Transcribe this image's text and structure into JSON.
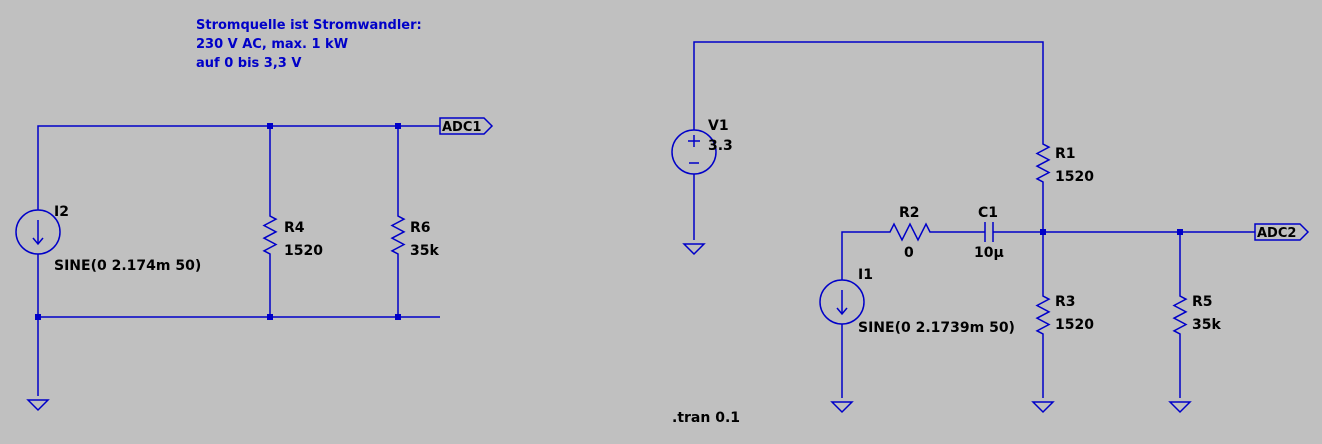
{
  "note": {
    "lines": [
      "Stromquelle ist Stromwandler:",
      "230 V AC, max. 1 kW",
      "auf 0 bis 3,3 V"
    ]
  },
  "nets": {
    "adc1": "ADC1",
    "adc2": "ADC2"
  },
  "components": {
    "i2": {
      "name": "I2",
      "value": "SINE(0 2.174m 50)"
    },
    "r4": {
      "name": "R4",
      "value": "1520"
    },
    "r6": {
      "name": "R6",
      "value": "35k"
    },
    "v1": {
      "name": "V1",
      "value": "3.3"
    },
    "r1": {
      "name": "R1",
      "value": "1520"
    },
    "r2": {
      "name": "R2",
      "value": "0"
    },
    "c1": {
      "name": "C1",
      "value": "10µ"
    },
    "r3": {
      "name": "R3",
      "value": "1520"
    },
    "r5": {
      "name": "R5",
      "value": "35k"
    },
    "i1": {
      "name": "I1",
      "value": "SINE(0 2.1739m 50)"
    }
  },
  "directive": ".tran 0.1",
  "icons": {
    "ground": "ground-icon",
    "current_source": "current-source-icon",
    "voltage_source": "voltage-source-icon",
    "resistor": "resistor-icon",
    "capacitor": "capacitor-icon"
  },
  "colors": {
    "background": "#c0c0c0",
    "wire": "#0000c8",
    "text": "#000000"
  }
}
